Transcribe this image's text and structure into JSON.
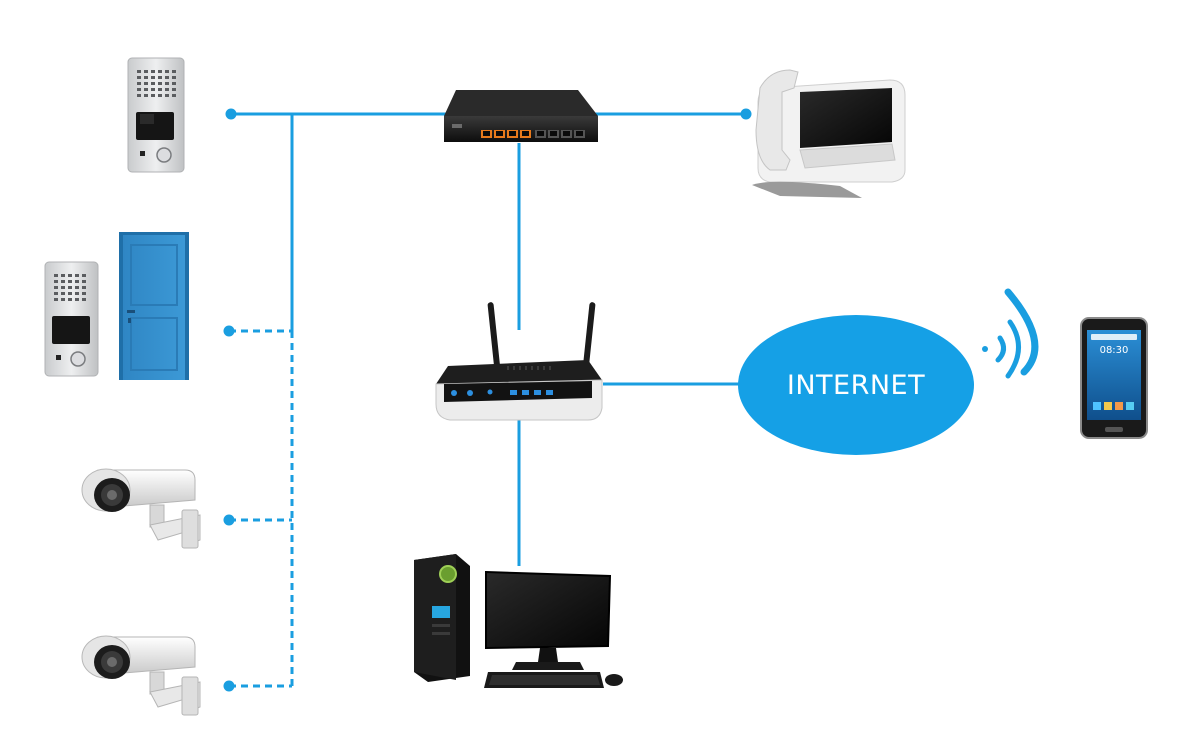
{
  "diagram": {
    "title": "",
    "internet_label": "INTERNET",
    "phone_time": "08:30",
    "accent_color": "#1a9ee0",
    "cloud_color": "#15a0e6",
    "devices": [
      {
        "id": "intercom-panel",
        "icon": "door-intercom-icon"
      },
      {
        "id": "door-with-intercom",
        "icon": "door-icon"
      },
      {
        "id": "camera-1",
        "icon": "security-camera-icon"
      },
      {
        "id": "camera-2",
        "icon": "security-camera-icon"
      },
      {
        "id": "switch",
        "icon": "network-switch-icon"
      },
      {
        "id": "ip-phone",
        "icon": "desk-phone-icon"
      },
      {
        "id": "router",
        "icon": "wifi-router-icon"
      },
      {
        "id": "internet",
        "icon": "internet-cloud"
      },
      {
        "id": "smartphone",
        "icon": "smartphone-icon"
      },
      {
        "id": "pc",
        "icon": "desktop-computer-icon"
      }
    ],
    "links": [
      {
        "from": "intercom-panel",
        "to": "switch",
        "style": "solid"
      },
      {
        "from": "door-with-intercom",
        "to": "switch",
        "style": "dashed"
      },
      {
        "from": "camera-1",
        "to": "switch",
        "style": "dashed"
      },
      {
        "from": "camera-2",
        "to": "switch",
        "style": "dashed"
      },
      {
        "from": "switch",
        "to": "ip-phone",
        "style": "solid"
      },
      {
        "from": "switch",
        "to": "router",
        "style": "solid"
      },
      {
        "from": "router",
        "to": "internet",
        "style": "solid"
      },
      {
        "from": "router",
        "to": "pc",
        "style": "solid"
      },
      {
        "from": "internet",
        "to": "smartphone",
        "style": "wireless"
      }
    ]
  }
}
